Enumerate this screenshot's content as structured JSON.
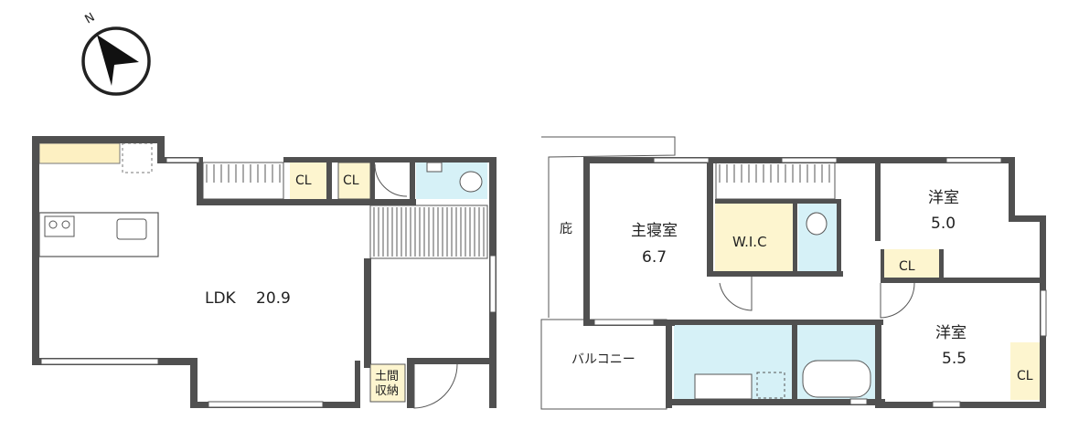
{
  "compass": {
    "north_label": "N"
  },
  "floor1": {
    "ldk_label": "LDK",
    "ldk_size": "20.9",
    "cl_left": "CL",
    "cl_right": "CL",
    "storage_line1": "土間",
    "storage_line2": "収納"
  },
  "floor2": {
    "eave_label": "庇",
    "master_bedroom_label": "主寝室",
    "master_bedroom_size": "6.7",
    "wic_label": "W.I.C",
    "western_room_a_label": "洋室",
    "western_room_a_size": "5.0",
    "cl_a": "CL",
    "western_room_b_label": "洋室",
    "western_room_b_size": "5.5",
    "cl_b": "CL",
    "balcony_label": "バルコニー"
  },
  "colors": {
    "wall": "#505050",
    "closet_yellow": "#fdf5cf",
    "kitchen_yellow": "#fdf0c2",
    "wet_area_blue": "#d6f1f7",
    "outline": "#444444"
  }
}
